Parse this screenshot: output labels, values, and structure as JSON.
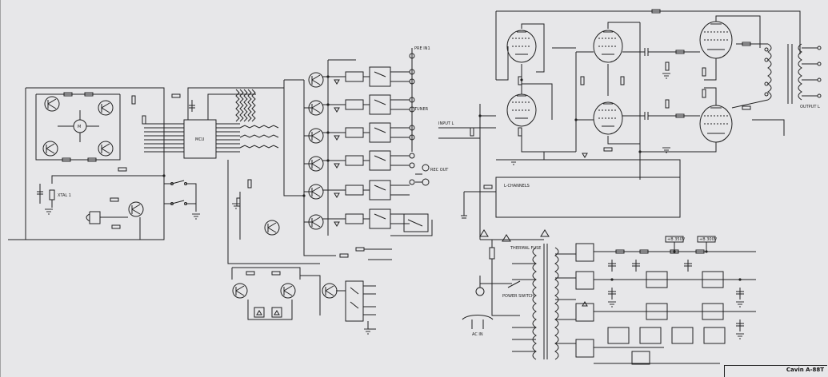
{
  "title_block": {
    "model": "Cavin A-88T"
  },
  "labels": {
    "l_channel": "L-CHANNELS",
    "pre_in1": "PRE IN1",
    "pre_in2": "TUNER",
    "rec_out": "REC OUT",
    "input_l": "INPUT L",
    "output_l": "OUTPUT L",
    "thermal_fuse": "THERMAL FUSE",
    "power_switch": "POWER SWITCH",
    "ac_in": "AC IN",
    "voltage_1": "+B 350V",
    "voltage_2": "+B 300V",
    "motor": "M",
    "xtal": "XTAL 1",
    "mcu_label": "MCU"
  }
}
